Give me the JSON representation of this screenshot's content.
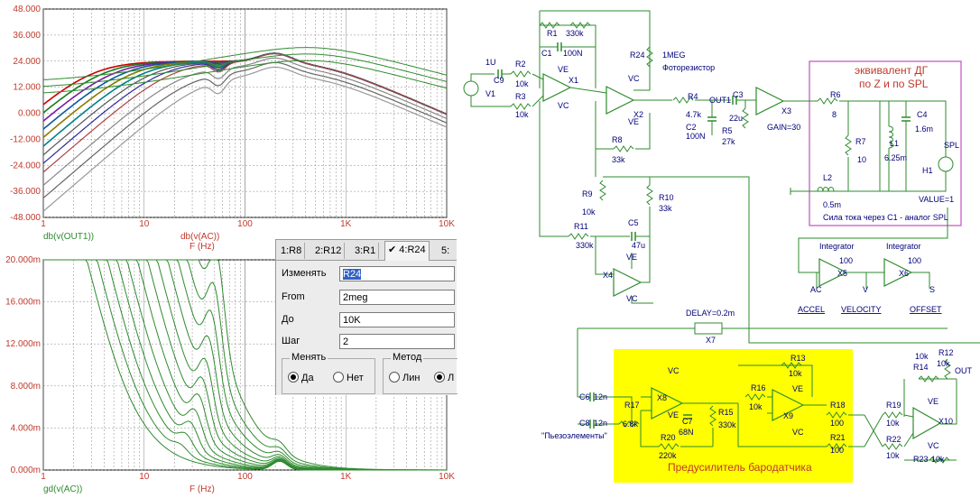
{
  "plot_top": {
    "y_ticks": [
      "48.000",
      "36.000",
      "24.000",
      "12.000",
      "0.000",
      "-12.000",
      "-24.000",
      "-36.000",
      "-48.000"
    ],
    "x_ticks": [
      "1",
      "10",
      "100",
      "1K",
      "10K"
    ],
    "trace_label_1": "db(v(OUT1))",
    "trace_label_2": "db(v(AC))",
    "x_axis_label": "F (Hz)",
    "trace_color_1": "#2e8b2e",
    "trace_color_2": "#c0392b"
  },
  "plot_bottom": {
    "y_ticks": [
      "20.000m",
      "16.000m",
      "12.000m",
      "8.000m",
      "4.000m",
      "0.000m"
    ],
    "x_ticks": [
      "1",
      "10",
      "100",
      "1K",
      "10K"
    ],
    "trace_label": "gd(v(AC))",
    "x_axis_label": "F (Hz)",
    "trace_color": "#2e8b2e"
  },
  "stepping_dialog": {
    "tabs": [
      "1:R8",
      "2:R12",
      "3:R1",
      "4:R24",
      "5:"
    ],
    "active_tab_index": 3,
    "active_tab_check": "✔",
    "labels": {
      "change": "Изменять",
      "from": "From",
      "to": "До",
      "step": "Шаг"
    },
    "values": {
      "change": "R24",
      "from": "2meg",
      "to": "10K",
      "step": "2"
    },
    "group_change": {
      "title": "Менять",
      "yes": "Да",
      "no": "Нет",
      "selected": "yes"
    },
    "group_method": {
      "title": "Метод",
      "lin": "Лин",
      "log": "Л",
      "selected": "log"
    }
  },
  "schematic": {
    "components": {
      "R1": "R1",
      "R1_val": "330k",
      "C1": "C1",
      "C1_val": "100N",
      "R24": "R24",
      "R24_val": "1MEG",
      "R24_note": "Фоторезистор",
      "C9": "C9",
      "C9_val": "1U",
      "V1": "V1",
      "R2": "R2",
      "R2_val": "10k",
      "R3": "R3",
      "R3_val": "10k",
      "X1": "X1",
      "X2": "X2",
      "X3": "X3",
      "X3_gain": "GAIN=30",
      "VE": "VE",
      "VC": "VC",
      "R4": "R4",
      "R4_val": "4.7k",
      "OUT1": "OUT1",
      "C3": "C3",
      "C3_val": "22u",
      "C2": "C2",
      "C2_val": "100N",
      "R5": "R5",
      "R5_val": "27k",
      "R8": "R8",
      "R8_val": "33k",
      "R9": "R9",
      "R9_val": "10k",
      "R10": "R10",
      "R10_val": "33k",
      "R11": "R11",
      "R11_val": "330k",
      "C5": "C5",
      "C5_val": "47u",
      "X4": "X4",
      "R6": "R6",
      "R6_val": "8",
      "R7": "R7",
      "R7_val": "10",
      "L1": "L1",
      "L1_val": "6.25m",
      "C4": "C4",
      "C4_val": "1.6m",
      "L2": "L2",
      "L2_val": "0.5m",
      "SPL": "SPL",
      "H1": "H1",
      "H1_val": "VALUE=1",
      "X5": "X5",
      "X6": "X6",
      "int_val": "100",
      "integrator": "Integrator",
      "ACCEL": "ACCEL",
      "VELOCITY": "VELOCITY",
      "OFFSET": "OFFSET",
      "AC": "AC",
      "V": "V",
      "S": "S",
      "X7": "X7",
      "X7_delay": "DELAY=0.2m",
      "C6": "C6",
      "C6_val": "12n",
      "C8": "C8",
      "C8_val": "12n",
      "piezo": "\"Пьезоэлементы\"",
      "R17": "R17",
      "R17_val": "6.8k",
      "R20": "R20",
      "R20_val": "220k",
      "C7": "C7",
      "C7_val": "68N",
      "R15": "R15",
      "R15_val": "330k",
      "X8": "X8",
      "X9": "X9",
      "X10": "X10",
      "R13": "R13",
      "R13_val": "10k",
      "R16": "R16",
      "R16_val": "10k",
      "R18": "R18",
      "R18_val": "100",
      "R21": "R21",
      "R21_val": "100",
      "R19": "R19",
      "R19_val": "10k",
      "R22": "R22",
      "R22_val": "10k",
      "R14": "R14",
      "R14_val": "10k",
      "R12": "R12",
      "R12_val": "10k",
      "R23": "R23",
      "R23_val": "10k",
      "OUT": "OUT"
    },
    "speaker_box_title_1": "эквивалент ДГ",
    "speaker_box_title_2": "по Z и по SPL",
    "speaker_box_note": "Сила тока через С1 - аналог SPL",
    "preamp_title": "Предусилитель бародатчика",
    "colors": {
      "wire": "#2e8b2e",
      "label": "#00007a",
      "part": "#c0392b",
      "box_border": "#c050c0",
      "preamp_bg": "#ffff00"
    }
  }
}
